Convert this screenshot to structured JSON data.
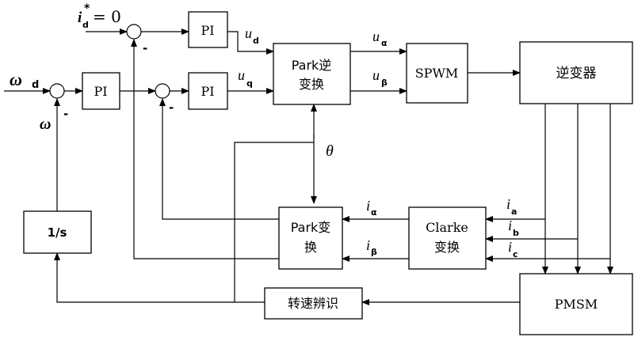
{
  "blocks": {
    "pi_d": "PI",
    "pi_speed": "PI",
    "pi_q": "PI",
    "park_inv_line1": "Park逆",
    "park_inv_line2": "变换",
    "spwm": "SPWM",
    "inverter": "逆变器",
    "park_line1": "Park变",
    "park_line2": "换",
    "clarke_line1": "Clarke",
    "clarke_line2": "变换",
    "integrator": "1/s",
    "speed_id": "转速辨识",
    "pmsm": "PMSM"
  },
  "signals": {
    "id_ref_var": "i",
    "id_ref_sub": "d",
    "id_ref_sup": "*",
    "id_ref_eq": "= 0",
    "omega_ref_var": "ω",
    "omega_ref_sub": "d",
    "omega_fb": "ω",
    "ud_var": "u",
    "ud_sub": "d",
    "uq_var": "u",
    "uq_sub": "q",
    "ualpha_var": "u",
    "ualpha_sub": "α",
    "ubeta_var": "u",
    "ubeta_sub": "β",
    "theta": "θ",
    "ialpha_var": "i",
    "ialpha_sub": "α",
    "ibeta_var": "i",
    "ibeta_sub": "β",
    "ia_var": "i",
    "ia_sub": "a",
    "ib_var": "i",
    "ib_sub": "b",
    "ic_var": "i",
    "ic_sub": "c"
  },
  "signs": {
    "sum_d_minus": "-",
    "sum_speed_minus": "-",
    "sum_q_minus": "-"
  }
}
